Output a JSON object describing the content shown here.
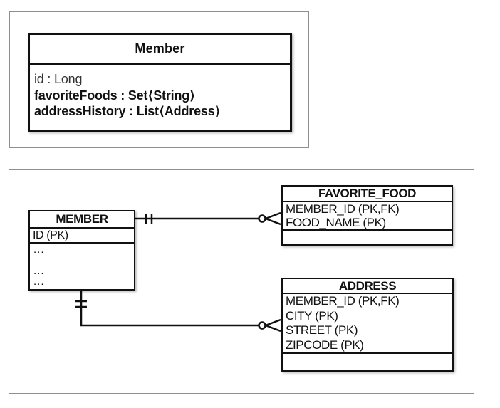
{
  "class_diagram": {
    "title": "Member",
    "attributes": [
      {
        "text": "id : Long"
      },
      {
        "text": "favoriteFoods : Set⟨String⟩"
      },
      {
        "text": "addressHistory : List⟨Address⟩"
      }
    ]
  },
  "er_diagram": {
    "tables": {
      "member": {
        "name": "MEMBER",
        "key_row": "ID (PK)",
        "body_rows": [
          "...",
          "",
          "...",
          "..."
        ]
      },
      "favorite_food": {
        "name": "FAVORITE_FOOD",
        "columns": [
          "MEMBER_ID (PK,FK)",
          "FOOD_NAME (PK)"
        ]
      },
      "address": {
        "name": "ADDRESS",
        "columns": [
          "MEMBER_ID (PK,FK)",
          "CITY (PK)",
          "STREET (PK)",
          "ZIPCODE (PK)"
        ]
      }
    },
    "relationships": [
      {
        "from": "MEMBER",
        "to": "FAVORITE_FOOD",
        "from_cardinality": "one-and-only-one",
        "to_cardinality": "zero-or-many"
      },
      {
        "from": "MEMBER",
        "to": "ADDRESS",
        "from_cardinality": "one-and-only-one",
        "to_cardinality": "zero-or-many"
      }
    ]
  },
  "colors": {
    "line": "#111111",
    "table_border": "#111111",
    "container_border": "#8f8f8f",
    "background": "#ffffff"
  }
}
